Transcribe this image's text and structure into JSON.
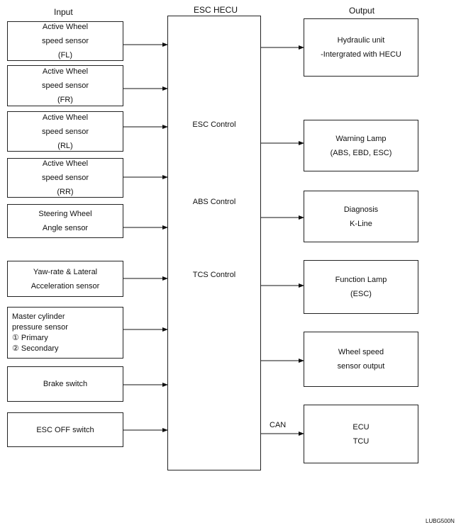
{
  "headers": {
    "input": "Input",
    "hecu": "ESC HECU",
    "output": "Output"
  },
  "inputs": [
    {
      "lines": [
        "Active Wheel",
        "speed sensor",
        "(FL)"
      ]
    },
    {
      "lines": [
        "Active Wheel",
        "speed sensor",
        "(FR)"
      ]
    },
    {
      "lines": [
        "Active Wheel",
        "speed sensor",
        "(RL)"
      ]
    },
    {
      "lines": [
        "Active Wheel",
        "speed sensor",
        "(RR)"
      ]
    },
    {
      "lines": [
        "Steering Wheel",
        "Angle sensor"
      ]
    },
    {
      "lines": [
        "Yaw-rate & Lateral",
        "Acceleration sensor"
      ]
    },
    {
      "lines": [
        "Master cylinder",
        "pressure sensor",
        "① Primary",
        "② Secondary"
      ]
    },
    {
      "lines": [
        "Brake switch"
      ]
    },
    {
      "lines": [
        "ESC OFF switch"
      ]
    }
  ],
  "controls": [
    "ESC Control",
    "ABS Control",
    "TCS Control"
  ],
  "outputs": [
    {
      "lines": [
        "Hydraulic unit",
        "-Intergrated with HECU"
      ]
    },
    {
      "lines": [
        "Warning Lamp",
        "(ABS, EBD, ESC)"
      ]
    },
    {
      "lines": [
        "Diagnosis",
        "K-Line"
      ]
    },
    {
      "lines": [
        "Function Lamp",
        "(ESC)"
      ]
    },
    {
      "lines": [
        "Wheel speed",
        "sensor output"
      ]
    },
    {
      "lines": [
        "ECU",
        "TCU"
      ]
    }
  ],
  "can_label": "CAN",
  "figure_code": "LUBG500N"
}
